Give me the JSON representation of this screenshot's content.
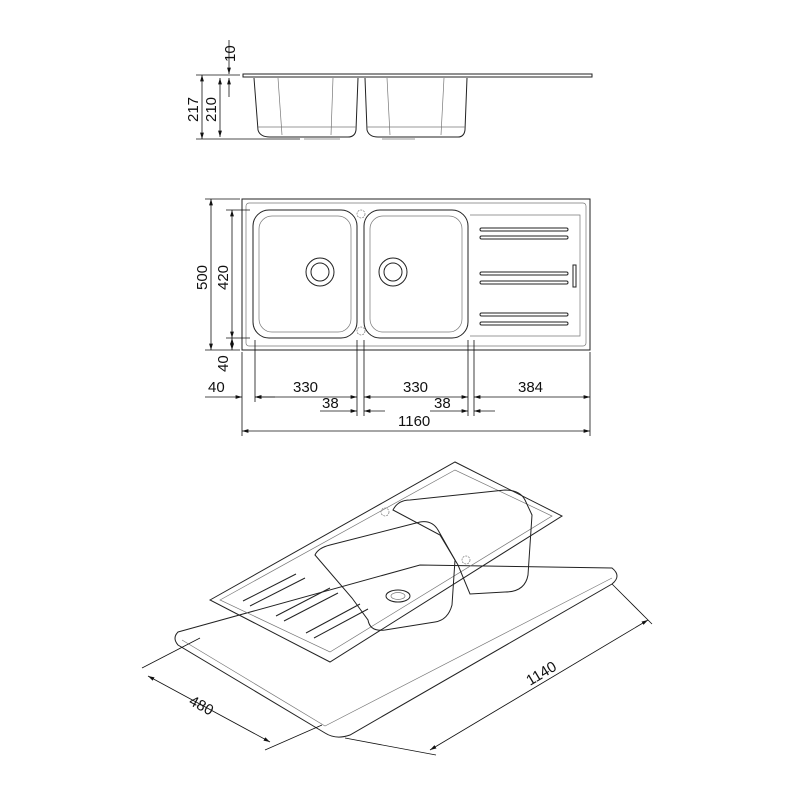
{
  "side_view": {
    "dim_rim": "10",
    "dim_total_height": "217",
    "dim_bowl_depth": "210"
  },
  "plan_view": {
    "dim_depth": "500",
    "dim_bowl_length": "420",
    "dim_front_margin": "40",
    "dim_left_margin": "40",
    "dim_bowl1_width": "330",
    "dim_bowl2_width": "330",
    "dim_drainer_width": "384",
    "dim_gap1": "38",
    "dim_gap2": "38",
    "dim_total_width": "1160"
  },
  "iso_view": {
    "dim_cutout_depth": "480",
    "dim_cutout_width": "1140"
  }
}
